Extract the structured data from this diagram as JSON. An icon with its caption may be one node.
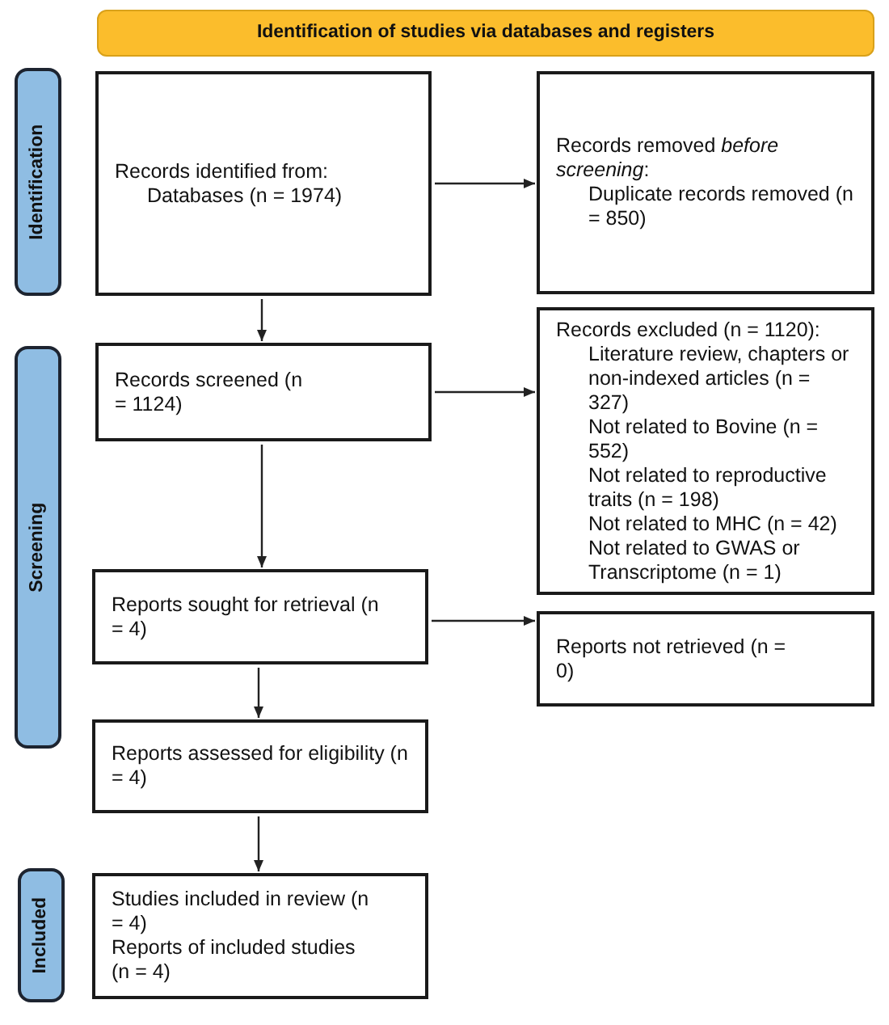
{
  "diagram": {
    "nodes": [
      {
        "text": [
          "Identification of studies via databases and registers"
        ]
      },
      {
        "text": [
          "Identification"
        ]
      },
      {
        "text": [
          "Records identified from:",
          "Databases (n = 1974)"
        ]
      },
      {
        "text": [
          "Records removed *before screening*:",
          "Duplicate records removed (n = 850)"
        ]
      },
      {
        "text": [
          "Screening"
        ]
      },
      {
        "text": [
          "Records screened (n = 1124)"
        ]
      },
      {
        "text": [
          "Records excluded (n = 1120):",
          "Literature review, chapters or non-indexed articles (n = 327)",
          "Not related to Bovine (n = 552)",
          "Not related to reproductive traits (n = 198)",
          "Not related to MHC (n = 42)",
          "Not related to GWAS or Transcriptome (n = 1)"
        ]
      },
      {
        "text": [
          "Reports sought for retrieval (n = 4)"
        ]
      },
      {
        "text": [
          "Reports not retrieved (n = 0)"
        ]
      },
      {
        "text": [
          "Reports assessed for eligibility (n = 4)"
        ]
      },
      {
        "text": [
          "Included"
        ]
      },
      {
        "text": [
          "Studies included in review (n = 4)",
          "Reports of included studies (n = 4)"
        ]
      }
    ],
    "edges": [
      {
        "from": 2,
        "to": 3,
        "arrow": "to"
      },
      {
        "from": 2,
        "to": 5,
        "arrow": "to"
      },
      {
        "from": 5,
        "to": 6,
        "arrow": "to"
      },
      {
        "from": 5,
        "to": 7,
        "arrow": "to"
      },
      {
        "from": 7,
        "to": 8,
        "arrow": "to"
      },
      {
        "from": 7,
        "to": 9,
        "arrow": "to"
      },
      {
        "from": 9,
        "to": 11,
        "arrow": "to"
      }
    ]
  }
}
